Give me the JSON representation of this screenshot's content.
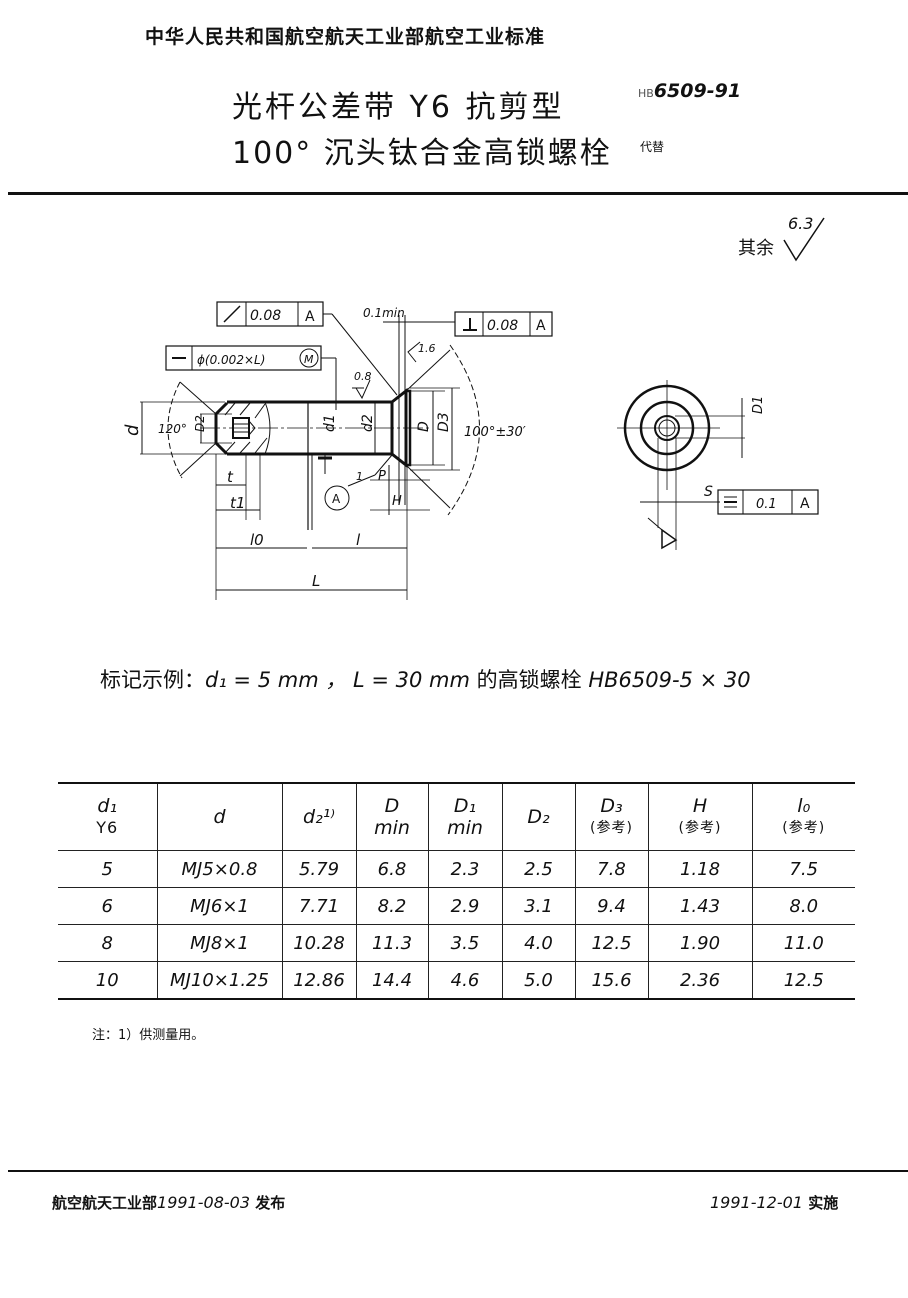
{
  "header": {
    "organization": "中华人民共和国航空航天工业部航空工业标准",
    "title_line1": "光杆公差带 Y6 抗剪型",
    "title_line2": "100° 沉头钛合金高锁螺栓",
    "standard_prefix": "HB",
    "standard_number": "6509-91",
    "replaces": "代替"
  },
  "roughness": {
    "label": "其余",
    "value": "6.3"
  },
  "drawing": {
    "frame_runout": {
      "symbol": "↗",
      "tolerance": "0.08",
      "datum": "A"
    },
    "frame_straightness": {
      "symbol": "—",
      "tolerance": "ϕ(0.002×L)",
      "modifier": "M"
    },
    "frame_perpendicularity": {
      "symbol": "⊥",
      "tolerance": "0.08",
      "datum": "A"
    },
    "frame_symmetry": {
      "symbol": "≡",
      "tolerance": "0.1",
      "datum": "A"
    },
    "labels": {
      "d": "d",
      "d1": "d1",
      "d2": "d2",
      "D": "D",
      "D1": "D1",
      "D2": "D2",
      "D3": "D3",
      "angle_head": "100°±30′",
      "angle_socket": "120°",
      "t": "t",
      "t1": "t1",
      "l0": "l0",
      "l": "l",
      "L": "L",
      "H": "H",
      "P": "P",
      "S": "S",
      "min_note": "0.1min",
      "surface_08": "0.8",
      "surface_16": "1.6",
      "datum": "A",
      "r_note": "1"
    }
  },
  "example": {
    "prefix": "标记示例：",
    "text_a": "d₁ = 5 mm ， L = 30 mm ",
    "text_cn": "的高锁螺栓",
    "text_b": " HB6509-5 × 30"
  },
  "table": {
    "headers": [
      {
        "line1": "d₁",
        "line2": "Y6"
      },
      {
        "line1": "d",
        "line2": ""
      },
      {
        "line1": "d₂¹⁾",
        "line2": ""
      },
      {
        "line1": "D",
        "line2": "min"
      },
      {
        "line1": "D₁",
        "line2": "min"
      },
      {
        "line1": "D₂",
        "line2": ""
      },
      {
        "line1": "D₃",
        "line2": "(参考)"
      },
      {
        "line1": "H",
        "line2": "(参考)"
      },
      {
        "line1": "l₀",
        "line2": "(参考)"
      }
    ],
    "rows": [
      [
        "5",
        "MJ5×0.8",
        "5.79",
        "6.8",
        "2.3",
        "2.5",
        "7.8",
        "1.18",
        "7.5"
      ],
      [
        "6",
        "MJ6×1",
        "7.71",
        "8.2",
        "2.9",
        "3.1",
        "9.4",
        "1.43",
        "8.0"
      ],
      [
        "8",
        "MJ8×1",
        "10.28",
        "11.3",
        "3.5",
        "4.0",
        "12.5",
        "1.90",
        "11.0"
      ],
      [
        "10",
        "MJ10×1.25",
        "12.86",
        "14.4",
        "4.6",
        "5.0",
        "15.6",
        "2.36",
        "12.5"
      ]
    ]
  },
  "note": "注：1）供测量用。",
  "footer": {
    "issuer": "航空航天工业部",
    "issue_date": "1991-08-03",
    "issue_label": "发布",
    "effective_date": "1991-12-01",
    "effective_label": "实施"
  }
}
